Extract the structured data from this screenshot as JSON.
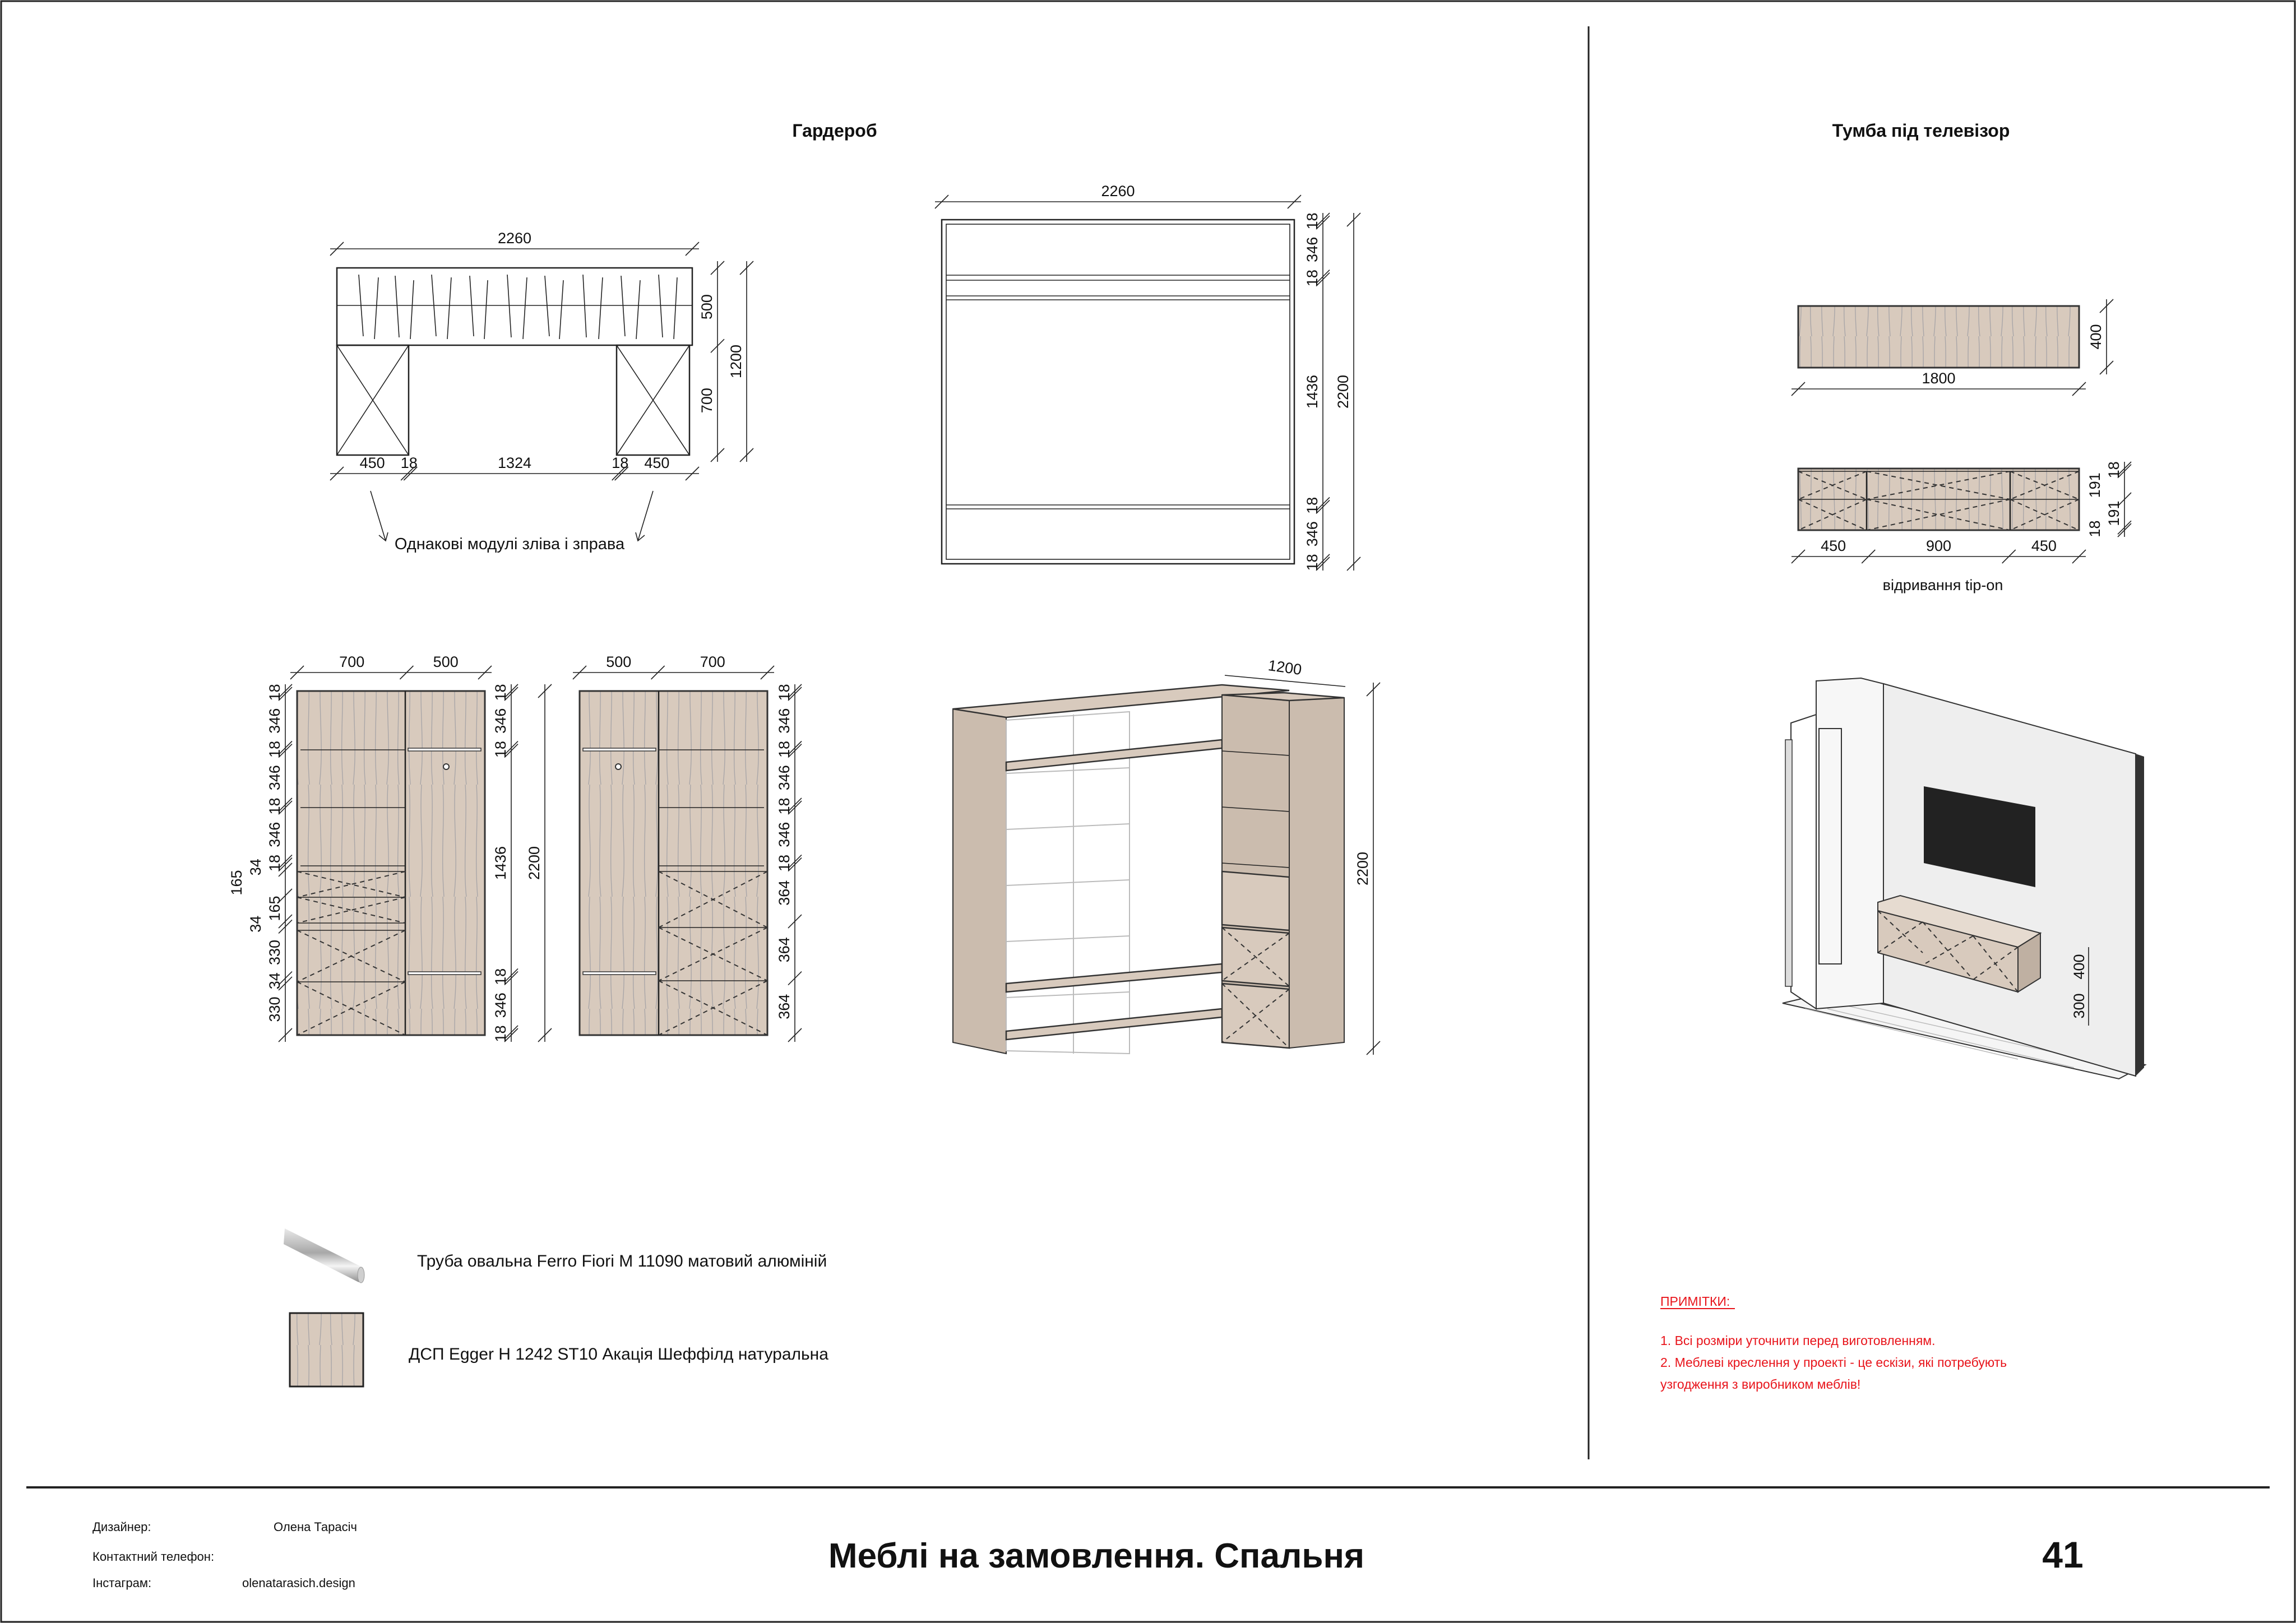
{
  "wardrobe": {
    "title": "Гардероб",
    "topview": {
      "width": [
        "2260"
      ],
      "bottom": [
        "450",
        "18",
        "1324",
        "18",
        "450"
      ],
      "right_inner": [
        "500",
        "700"
      ],
      "right_outer": [
        "1200"
      ],
      "note": "Однакові модулі зліва і зправа"
    },
    "front": {
      "width": [
        "2260"
      ],
      "right_inner": [
        "18",
        "346",
        "18",
        "1436",
        "18",
        "346",
        "18"
      ],
      "right_outer": [
        "2200"
      ]
    },
    "elev_left": {
      "top": [
        "700",
        "500"
      ],
      "left": [
        "18",
        "346",
        "18",
        "346",
        "18",
        "346",
        "18",
        "34",
        "165",
        "165",
        "34",
        "330",
        "34",
        "330"
      ],
      "right_inner": [
        "18",
        "346",
        "18",
        "1436",
        "18",
        "346",
        "18"
      ],
      "right_outer": [
        "2200"
      ]
    },
    "elev_right": {
      "top": [
        "500",
        "700"
      ],
      "right": [
        "18",
        "346",
        "18",
        "346",
        "18",
        "346",
        "18",
        "364",
        "364",
        "364"
      ]
    },
    "iso": {
      "depth": "1200",
      "height": [
        "2200"
      ]
    }
  },
  "tv_stand": {
    "title": "Тумба під телевізор",
    "top": {
      "width": [
        "1800"
      ],
      "depth": [
        "400"
      ]
    },
    "front": {
      "bottom": [
        "450",
        "900",
        "450"
      ],
      "right": [
        "18",
        "191",
        "191",
        "18"
      ],
      "note": "відривання tip-on"
    },
    "render": {
      "height": "400",
      "elevation": "300"
    }
  },
  "materials": [
    {
      "icon": "oval-pipe-icon",
      "label": "Труба овальна Ferro Fiori M 11090 матовий алюміній"
    },
    {
      "icon": "wood-swatch-icon",
      "label": "ДСП Egger H 1242 ST10 Акація Шеффілд натуральна"
    }
  ],
  "notes": {
    "heading": "ПРИМІТКИ:",
    "lines": [
      "1. Всі розміри уточнити перед виготовленням.",
      "2. Меблеві креслення у проекті - це ескізи, які потребують",
      "узгодження з виробником меблів!"
    ],
    "color": "#e8141b"
  },
  "footer": {
    "designer_label": "Дизайнер:",
    "designer_value": "Олена Тарасіч",
    "phone_label": "Контактний телефон:",
    "instagram_label": "Інстаграм:",
    "instagram_value": "olenatarasich.design",
    "title": "Меблі на замовлення. Спальня",
    "page": "41"
  },
  "colors": {
    "wood": "#d8cabd",
    "line": "#222222",
    "accent": "#e8141b"
  }
}
